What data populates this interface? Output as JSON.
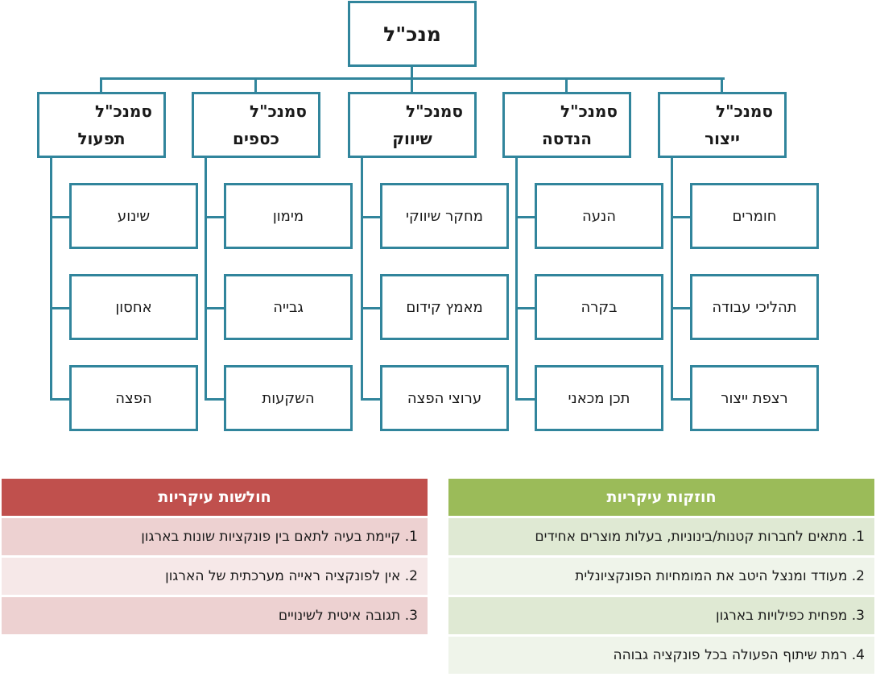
{
  "org_chart": {
    "root": "מנכ\"ל",
    "departments": [
      {
        "title": "סמנכ\"ל",
        "name": "ייצור",
        "units": [
          "חומרים",
          "תהליכי עבודה",
          "רצפת ייצור"
        ]
      },
      {
        "title": "סמנכ\"ל",
        "name": "הנדסה",
        "units": [
          "הנעה",
          "בקרה",
          "תכן מכאני"
        ]
      },
      {
        "title": "סמנכ\"ל",
        "name": "שיווק",
        "units": [
          "מחקר שיווקי",
          "מאמץ קידום",
          "ערוצי הפצה"
        ]
      },
      {
        "title": "סמנכ\"ל",
        "name": "כספים",
        "units": [
          "מימון",
          "גבייה",
          "השקעות"
        ]
      },
      {
        "title": "סמנכ\"ל",
        "name": "תפעול",
        "units": [
          "שינוע",
          "אחסון",
          "הפצה"
        ]
      }
    ]
  },
  "strengths": {
    "header": "חוזקות עיקריות",
    "items": [
      "1.  מתאים לחברות קטנות/בינוניות, בעלות מוצרים אחידים",
      "2.  מעודד ומנצל היטב את המומחיות הפונקציונלית",
      "3.  מפחית כפילויות בארגון",
      "4.  רמת שיתוף הפעולה בכל פונקציה גבוהה"
    ]
  },
  "weaknesses": {
    "header": "חולשות עיקריות",
    "items": [
      "1.  קיימת בעיה לתאם בין פונקציות שונות בארגון",
      "2.  אין לפונקציה ראייה מערכתית של הארגון",
      "3.  תגובה איטית לשינויים"
    ]
  },
  "colors": {
    "box_border": "#31859c",
    "strengths_header": "#9bbb59",
    "strengths_row_a": "#dfe9d3",
    "strengths_row_b": "#eff4ea",
    "weaknesses_header": "#c0504d",
    "weaknesses_row_a": "#edd1d1",
    "weaknesses_row_b": "#f6e8e8"
  }
}
